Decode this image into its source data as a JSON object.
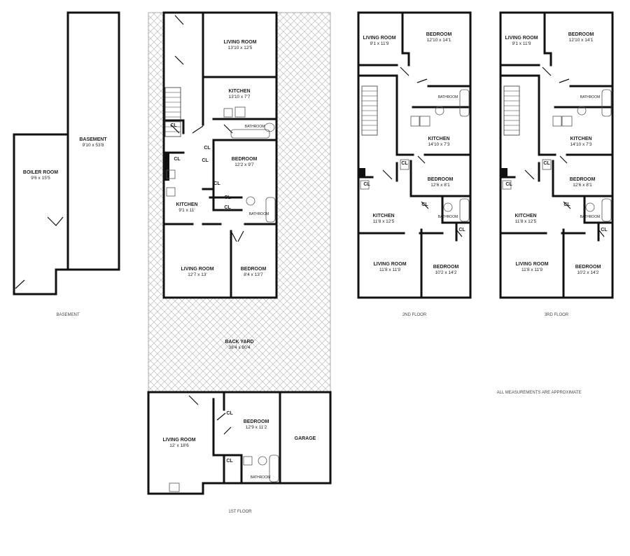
{
  "basement": {
    "caption": "BASEMENT",
    "boiler_room": {
      "name": "BOILER ROOM",
      "dims": "9'6 x 15'5"
    },
    "basement_room": {
      "name": "BASEMENT",
      "dims": "9'10 x 53'8"
    }
  },
  "first_floor": {
    "caption": "1ST FLOOR",
    "living_room_front": {
      "name": "LIVING ROOM",
      "dims": "13'10 x 12'5"
    },
    "kitchen_front": {
      "name": "KITCHEN",
      "dims": "13'10 x 7'7"
    },
    "bathroom_front": "BATHROOM",
    "bedroom_front": {
      "name": "BEDROOM",
      "dims": "12'2 x 9'7"
    },
    "kitchen_rear": {
      "name": "KITCHEN",
      "dims": "9'1 x 11'"
    },
    "bathroom_rear": "BATHROOM",
    "living_room_rear": {
      "name": "LIVING ROOM",
      "dims": "12'7 x 13'"
    },
    "bedroom_rear": {
      "name": "BEDROOM",
      "dims": "8'4 x 13'7"
    },
    "closet": "CL",
    "back_yard": {
      "name": "BACK YARD",
      "dims": "38'4 x 80'4"
    },
    "cottage_living_room": {
      "name": "LIVING ROOM",
      "dims": "12' x 18'6"
    },
    "cottage_bedroom": {
      "name": "BEDROOM",
      "dims": "12'9 x 11'2"
    },
    "cottage_bathroom": "BATHROOM",
    "garage": "GARAGE"
  },
  "upper_floors": [
    {
      "caption": "2ND FLOOR",
      "living_room_front": {
        "name": "LIVING ROOM",
        "dims": "9'1 x 11'9"
      },
      "bedroom_front": {
        "name": "BEDROOM",
        "dims": "12'10 x 14'1"
      },
      "bathroom_front": "BATHROOM",
      "kitchen_front": {
        "name": "KITCHEN",
        "dims": "14'10 x 7'3"
      },
      "bedroom_mid": {
        "name": "BEDROOM",
        "dims": "12'6 x 8'1"
      },
      "kitchen_rear": {
        "name": "KITCHEN",
        "dims": "11'8 x 12'5"
      },
      "bathroom_rear": "BATHROOM",
      "living_room_rear": {
        "name": "LIVING ROOM",
        "dims": "11'8 x 11'9"
      },
      "bedroom_rear": {
        "name": "BEDROOM",
        "dims": "10'2 x 14'2"
      },
      "closet": "CL"
    },
    {
      "caption": "3RD FLOOR",
      "living_room_front": {
        "name": "LIVING ROOM",
        "dims": "9'1 x 11'9"
      },
      "bedroom_front": {
        "name": "BEDROOM",
        "dims": "12'10 x 14'1"
      },
      "bathroom_front": "BATHROOM",
      "kitchen_front": {
        "name": "KITCHEN",
        "dims": "14'10 x 7'3"
      },
      "bedroom_mid": {
        "name": "BEDROOM",
        "dims": "12'6 x 8'1"
      },
      "kitchen_rear": {
        "name": "KITCHEN",
        "dims": "11'8 x 12'5"
      },
      "bathroom_rear": "BATHROOM",
      "living_room_rear": {
        "name": "LIVING ROOM",
        "dims": "11'8 x 11'9"
      },
      "bedroom_rear": {
        "name": "BEDROOM",
        "dims": "10'2 x 14'2"
      },
      "closet": "CL"
    }
  ],
  "note": "ALL MEASUREMENTS ARE APPROXIMATE"
}
